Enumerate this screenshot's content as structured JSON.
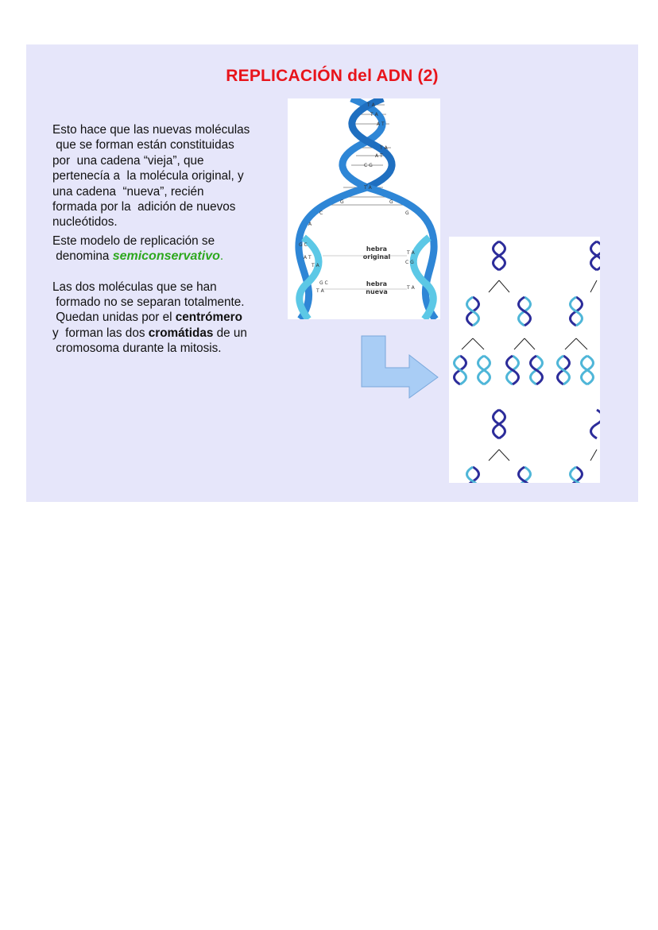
{
  "slide": {
    "title": "REPLICACIÓN del ADN (2)",
    "para1_lines": [
      "Esto hace que las nuevas moléculas",
      " que se forman están constituidas",
      "por  una cadena “vieja”, que",
      "pertenecía a  la molécula original, y",
      "una cadena  “nueva”, recién",
      "formada por la  adición de nuevos",
      "nucleótidos."
    ],
    "para2": {
      "line1": "Este modelo de replicación se",
      "line2_prefix": " denomina ",
      "highlight": "semiconservativo",
      "end": "."
    },
    "para3": {
      "line1": "Las dos moléculas que se han",
      "line2": " formado no se separan totalmente.",
      "line3_prefix": " Quedan unidas por el ",
      "bold1": "centrómero",
      "line4_prefix": "y  forman las dos ",
      "bold2": "cromátidas",
      "line4_suffix": " de un",
      "line5": " cromosoma durante la mitosis."
    },
    "dna_figure": {
      "label_original_1": "hebra",
      "label_original_2": "original",
      "label_new_1": "hebra",
      "label_new_2": "nueva"
    },
    "colors": {
      "background": "#e6e6fa",
      "title": "#e8141b",
      "highlight": "#2ea81f",
      "old_strand": "#2e86d6",
      "new_strand": "#5cc8e6",
      "arrow": "#a9cdf5"
    }
  }
}
